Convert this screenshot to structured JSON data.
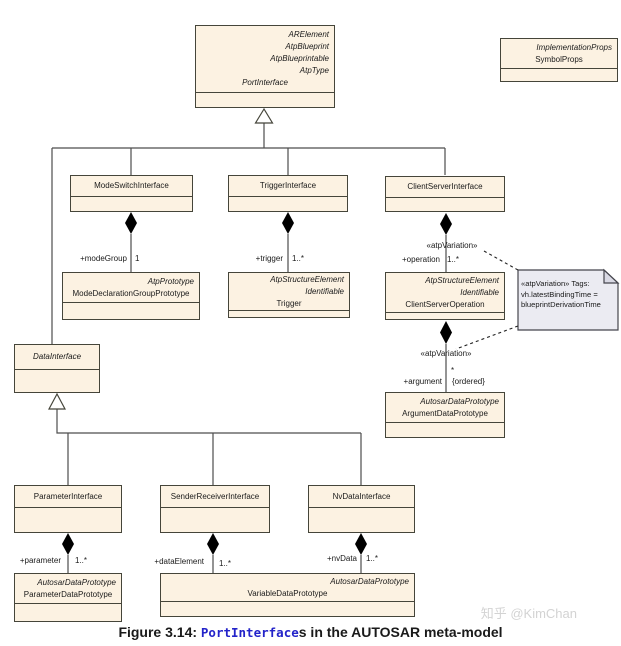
{
  "classes": {
    "portInterface": {
      "supertypes": [
        "ARElement",
        "AtpBlueprint",
        "AtpBlueprintable",
        "AtpType"
      ],
      "name": "PortInterface"
    },
    "symbolProps": {
      "supertypes": [
        "ImplementationProps"
      ],
      "name": "SymbolProps"
    },
    "modeSwitchInterface": {
      "name": "ModeSwitchInterface"
    },
    "triggerInterface": {
      "name": "TriggerInterface"
    },
    "clientServerInterface": {
      "name": "ClientServerInterface"
    },
    "modeDeclarationGroupPrototype": {
      "supertypes": [
        "AtpPrototype"
      ],
      "name": "ModeDeclarationGroupPrototype"
    },
    "trigger": {
      "supertypes": [
        "AtpStructureElement",
        "Identifiable"
      ],
      "name": "Trigger"
    },
    "clientServerOperation": {
      "supertypes": [
        "AtpStructureElement",
        "Identifiable"
      ],
      "name": "ClientServerOperation"
    },
    "argumentDataPrototype": {
      "supertypes": [
        "AutosarDataPrototype"
      ],
      "name": "ArgumentDataPrototype"
    },
    "dataInterface": {
      "name": "DataInterface"
    },
    "parameterInterface": {
      "name": "ParameterInterface"
    },
    "senderReceiverInterface": {
      "name": "SenderReceiverInterface"
    },
    "nvDataInterface": {
      "name": "NvDataInterface"
    },
    "parameterDataPrototype": {
      "supertypes": [
        "AutosarDataPrototype"
      ],
      "name": "ParameterDataPrototype"
    },
    "variableDataPrototype": {
      "supertypes": [
        "AutosarDataPrototype"
      ],
      "name": "VariableDataPrototype"
    }
  },
  "associations": {
    "modeGroup": {
      "role": "+modeGroup",
      "multiplicity": "1"
    },
    "trigger": {
      "role": "+trigger",
      "multiplicity": "1..*"
    },
    "operation": {
      "role": "+operation",
      "multiplicity": "1..*"
    },
    "argument": {
      "role": "+argument",
      "multiplicity": "*",
      "constraint": "{ordered}"
    },
    "parameter": {
      "role": "+parameter",
      "multiplicity": "1..*"
    },
    "dataElement": {
      "role": "+dataElement",
      "multiplicity": "1..*"
    },
    "nvData": {
      "role": "+nvData",
      "multiplicity": "1..*"
    }
  },
  "stereotypes": {
    "operation": "«atpVariation»",
    "argument": "«atpVariation»"
  },
  "note": {
    "lines": [
      "«atpVariation» Tags:",
      "vh.latestBindingTime =",
      "blueprintDerivationTime"
    ]
  },
  "caption": {
    "prefix": "Figure 3.14: ",
    "code": "PortInterface",
    "suffix": "s in the AUTOSAR meta-model"
  },
  "watermark": "知乎 @KimChan",
  "colors": {
    "box_fill": "#fcf2e2",
    "box_border": "#45453a",
    "note_fill": "#ebebf2",
    "line": "#4d4d4d",
    "caption_code": "#2323c9",
    "watermark": "#d3d3d3"
  }
}
